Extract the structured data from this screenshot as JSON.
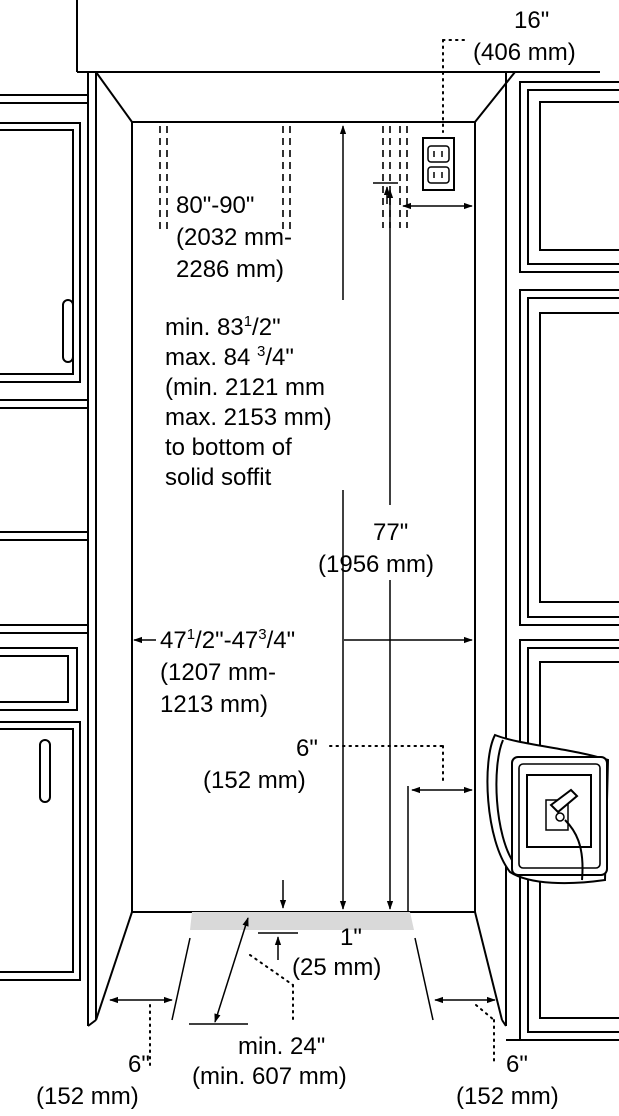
{
  "labels": {
    "outlet_offset": {
      "in": "16\"",
      "mm": "(406 mm)"
    },
    "outlet_height": {
      "in": "80\"-90\"",
      "mm_1": "(2032 mm-",
      "mm_2": "2286 mm)"
    },
    "soffit_height": {
      "line1_pre": "min. 83",
      "line1_sup": "1",
      "line1_sub": "/2\"",
      "line2_pre": "max. 84 ",
      "line2_sup": "3",
      "line2_sub": "/4\"",
      "line3": "(min. 2121 mm",
      "line4": "max. 2153 mm)",
      "line5": "to bottom of",
      "line6": "solid soffit"
    },
    "overall_height": {
      "in": "77\"",
      "mm": "(1956 mm)"
    },
    "opening_width": {
      "a_pre": "47",
      "a_sup": "1",
      "a_sub": "/2\"-47",
      "b_sup": "3",
      "b_sub": "/4\"",
      "mm_1": "(1207 mm-",
      "mm_2": "1213 mm)"
    },
    "water_line_offset": {
      "in": "6\"",
      "mm": "(152 mm)"
    },
    "floor_gap": {
      "in": "1\"",
      "mm": "(25 mm)"
    },
    "door_clearance": {
      "in": "min. 24\"",
      "mm": "(min. 607 mm)"
    },
    "left_side_clearance": {
      "in": "6\"",
      "mm": "(152 mm)"
    },
    "right_side_clearance": {
      "in": "6\"",
      "mm": "(152 mm)"
    }
  },
  "icons": {
    "outlet": "electrical-outlet-icon",
    "water_valve": "water-shutoff-valve-icon"
  },
  "colors": {
    "line": "#000000",
    "background": "#ffffff",
    "floor_shade": "#d9d9d9"
  }
}
